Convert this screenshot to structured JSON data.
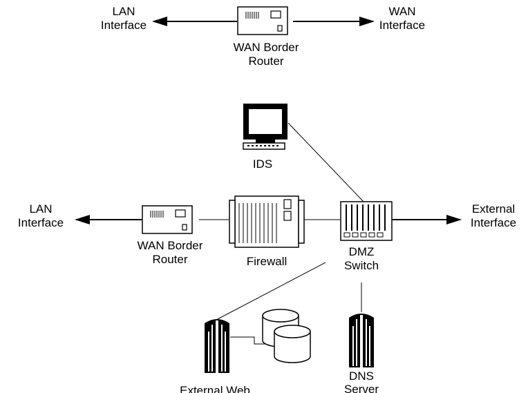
{
  "top_diagram": {
    "lan_label": [
      "LAN",
      "Interface"
    ],
    "wan_label": [
      "WAN",
      "Interface"
    ],
    "router_label": [
      "WAN Border",
      "Router"
    ]
  },
  "bottom_diagram": {
    "ids_label": "IDS",
    "lan_label": [
      "LAN",
      "Interface"
    ],
    "router_label": [
      "WAN Border",
      "Router"
    ],
    "firewall_label": "Firewall",
    "switch_label": [
      "DMZ",
      "Switch"
    ],
    "external_label": [
      "External",
      "Interface"
    ],
    "web_label": "External Web",
    "dns_label": [
      "DNS",
      "Server"
    ]
  },
  "colors": {
    "ink": "#000000",
    "fill": "#ffffff"
  }
}
